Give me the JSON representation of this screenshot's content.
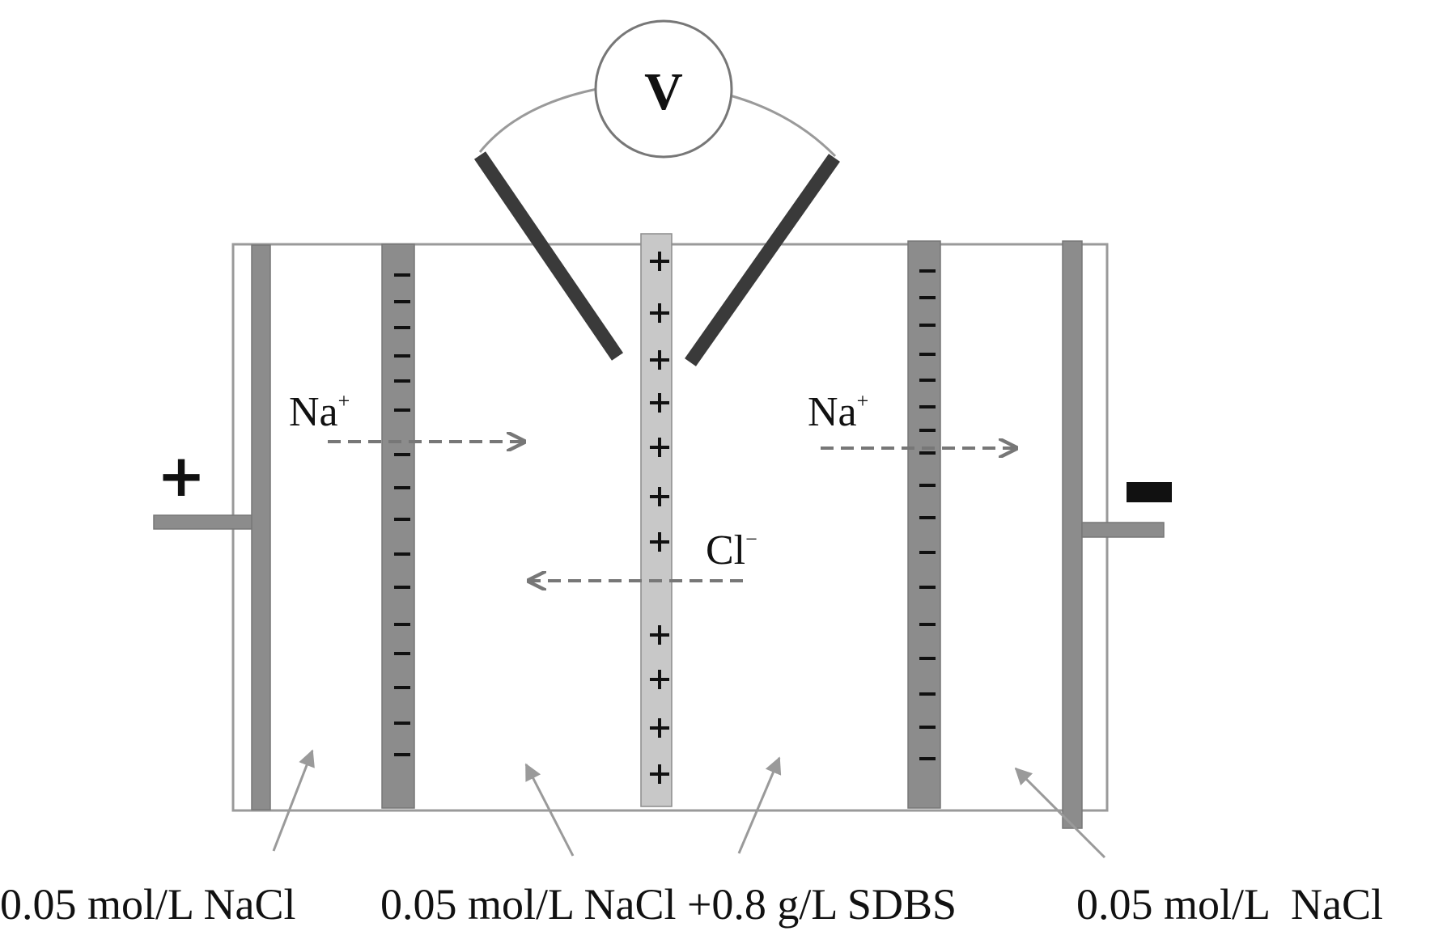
{
  "voltmeter": {
    "symbol": "V"
  },
  "terminals": {
    "anode_sign": "+",
    "cathode_sign": "−"
  },
  "membranes": {
    "cation_exchange_sign": "−",
    "anion_exchange_sign": "+"
  },
  "ions": {
    "left_cation": {
      "base": "Na",
      "charge": "+"
    },
    "right_cation": {
      "base": "Na",
      "charge": "+"
    },
    "anion": {
      "base": "Cl",
      "charge": "−"
    }
  },
  "labels": {
    "solution_1": "0.05 mol/L NaCl",
    "solution_2": "0.05 mol/L NaCl +0.8 g/L SDBS",
    "solution_3": "0.05 mol/L  NaCl"
  },
  "colors": {
    "electrode": "#8c8c8c",
    "cation_membrane": "#8c8c8c",
    "anion_membrane": "#c8c8c8",
    "probe": "#3a3a3a",
    "arrow": "#777777",
    "pointer": "#9a9a9a"
  }
}
